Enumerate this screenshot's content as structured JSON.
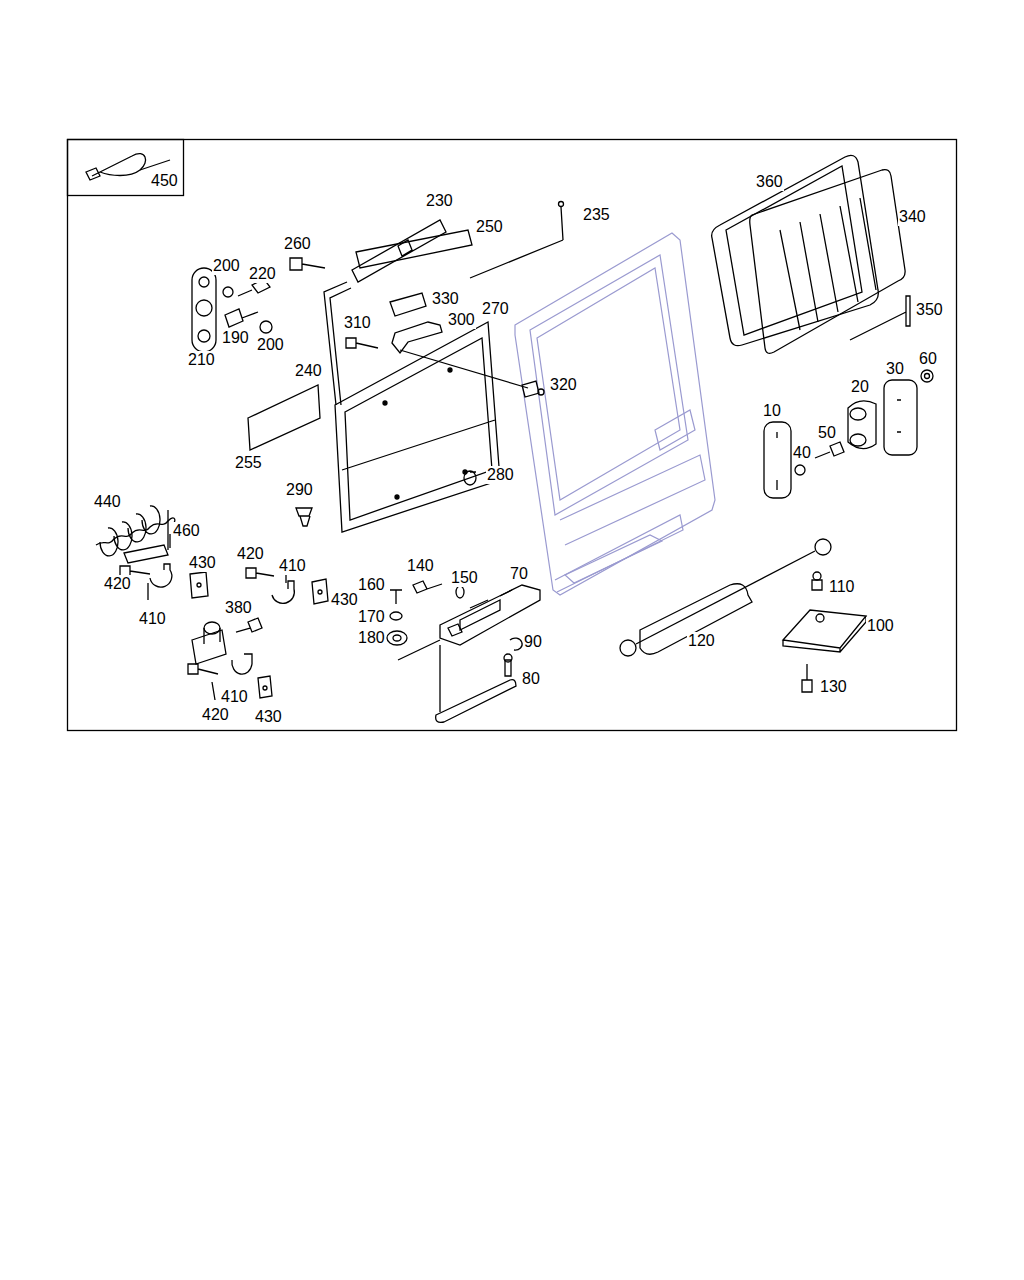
{
  "diagram": {
    "labels": [
      "450",
      "360",
      "230",
      "235",
      "340",
      "250",
      "260",
      "200",
      "220",
      "330",
      "310",
      "300",
      "270",
      "190",
      "200",
      "350",
      "210",
      "60",
      "30",
      "240",
      "20",
      "320",
      "10",
      "50",
      "40",
      "255",
      "280",
      "290",
      "440",
      "460",
      "420",
      "410",
      "430",
      "140",
      "70",
      "150",
      "160",
      "420",
      "110",
      "430",
      "380",
      "170",
      "410",
      "180",
      "100",
      "90",
      "120",
      "80",
      "130",
      "410",
      "420",
      "430"
    ]
  }
}
